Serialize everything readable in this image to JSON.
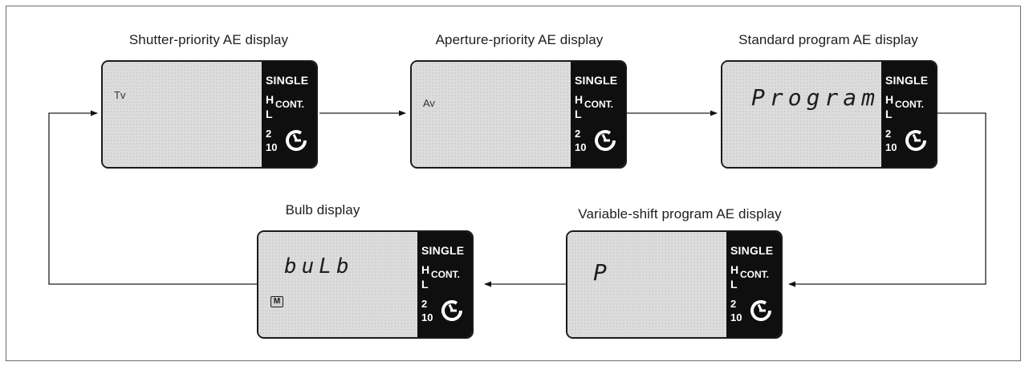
{
  "displays": {
    "shutter": {
      "caption": "Shutter-priority AE display",
      "mode": "Tv",
      "panel": {
        "single": "SINGLE",
        "h": "H",
        "l": "L",
        "cont": "CONT.",
        "two": "2",
        "ten": "10"
      }
    },
    "aperture": {
      "caption": "Aperture-priority AE display",
      "mode": "Av",
      "panel": {
        "single": "SINGLE",
        "h": "H",
        "l": "L",
        "cont": "CONT.",
        "two": "2",
        "ten": "10"
      }
    },
    "program": {
      "caption": "Standard program AE display",
      "mode": "Program",
      "panel": {
        "single": "SINGLE",
        "h": "H",
        "l": "L",
        "cont": "CONT.",
        "two": "2",
        "ten": "10"
      }
    },
    "variable": {
      "caption": "Variable-shift program AE display",
      "mode": "P",
      "panel": {
        "single": "SINGLE",
        "h": "H",
        "l": "L",
        "cont": "CONT.",
        "two": "2",
        "ten": "10"
      }
    },
    "bulb": {
      "caption": "Bulb display",
      "mode": "buLb",
      "badge": "M",
      "panel": {
        "single": "SINGLE",
        "h": "H",
        "l": "L",
        "cont": "CONT.",
        "two": "2",
        "ten": "10"
      }
    }
  }
}
